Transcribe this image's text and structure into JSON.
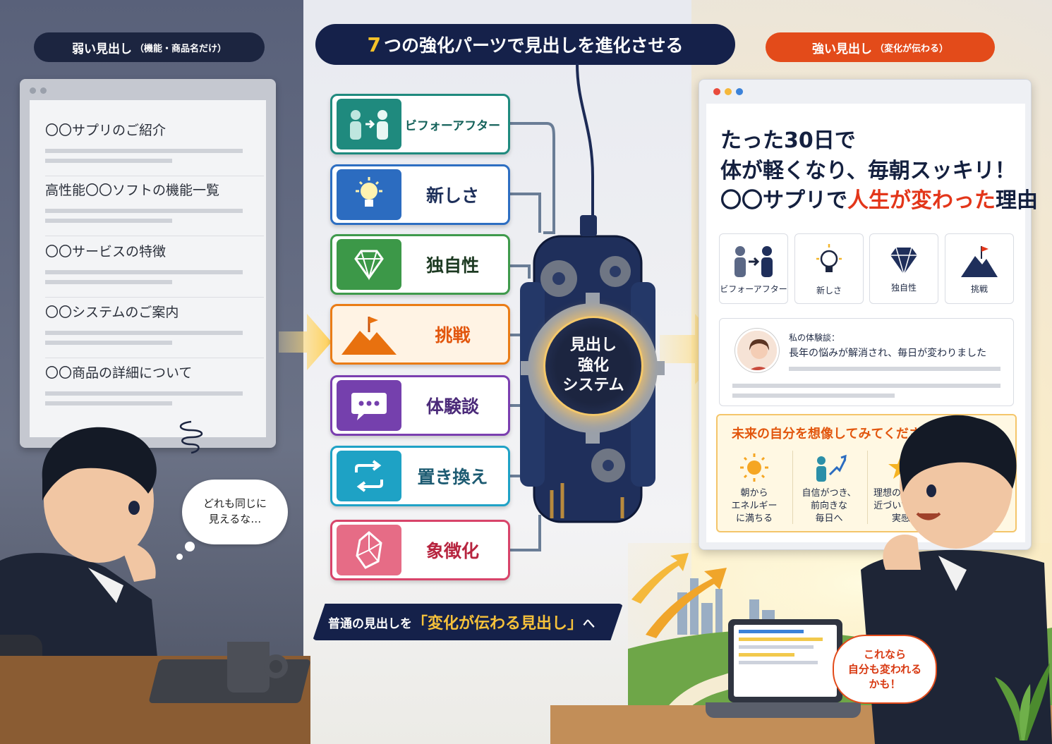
{
  "header": {
    "weak_label": "弱い見出し",
    "weak_note": "（機能・商品名だけ）",
    "title_num": "7",
    "title_text": "つの強化パーツで見出しを進化させる",
    "strong_label": "強い見出し",
    "strong_note": "（変化が伝わる）"
  },
  "weak_list": [
    {
      "title": "〇〇サプリのご紹介"
    },
    {
      "title": "高性能〇〇ソフトの機能一覧"
    },
    {
      "title": "〇〇サービスの特徴"
    },
    {
      "title": "〇〇システムのご案内"
    },
    {
      "title": "〇〇商品の詳細について"
    }
  ],
  "left_bubble": {
    "line1": "どれも同じに",
    "line2": "見えるな…"
  },
  "parts": [
    {
      "label": "ビフォーアフター",
      "icon": "before-after-icon",
      "color": "#1f8a7e"
    },
    {
      "label": "新しさ",
      "icon": "lightbulb-icon",
      "color": "#2c6cc0"
    },
    {
      "label": "独自性",
      "icon": "diamond-icon",
      "color": "#3c9848"
    },
    {
      "label": "挑戦",
      "icon": "mountain-flag-icon",
      "color": "#ea7c16"
    },
    {
      "label": "体験談",
      "icon": "chat-bubble-icon",
      "color": "#7540ad"
    },
    {
      "label": "置き換え",
      "icon": "swap-arrows-icon",
      "color": "#1ea2c5"
    },
    {
      "label": "象徴化",
      "icon": "crystal-icon",
      "color": "#e66c86"
    }
  ],
  "machine": {
    "line1": "見出し",
    "line2": "強化",
    "line3": "システム"
  },
  "caption": {
    "pre": "普通の見出しを",
    "highlight": "「変化が伝わる見出し」",
    "post": "へ"
  },
  "strong": {
    "headline_line1": "たった30日で",
    "headline_line2": "体が軽くなり、毎朝スッキリ！",
    "headline_line3_a": "〇〇サプリで",
    "headline_line3_b": "人生が変わった",
    "headline_line3_c": "理由",
    "cards": [
      {
        "label": "ビフォーアフター",
        "icon": "before-after-icon"
      },
      {
        "label": "新しさ",
        "icon": "lightbulb-icon"
      },
      {
        "label": "独自性",
        "icon": "diamond-icon"
      },
      {
        "label": "挑戦",
        "icon": "mountain-flag-icon"
      }
    ],
    "testimonial_label": "私の体験談：",
    "testimonial_text": "長年の悩みが解消され、毎日が変わりました",
    "future_title": "未来の自分を想像してみてください",
    "future_items": [
      {
        "l1": "朝から",
        "l2": "エネルギー",
        "l3": "に満ちる",
        "icon": "sun-icon"
      },
      {
        "l1": "自信がつき、",
        "l2": "前向きな",
        "l3": "毎日へ",
        "icon": "growth-person-icon"
      },
      {
        "l1": "理想の自分に",
        "l2": "近づいている",
        "l3": "実感",
        "icon": "star-icon"
      }
    ]
  },
  "right_bubble": {
    "line1": "これなら",
    "line2": "自分も変われる",
    "line3": "かも！"
  },
  "colors": {
    "navy": "#15214a",
    "orange": "#e34b1a",
    "gold": "#f5c229"
  }
}
